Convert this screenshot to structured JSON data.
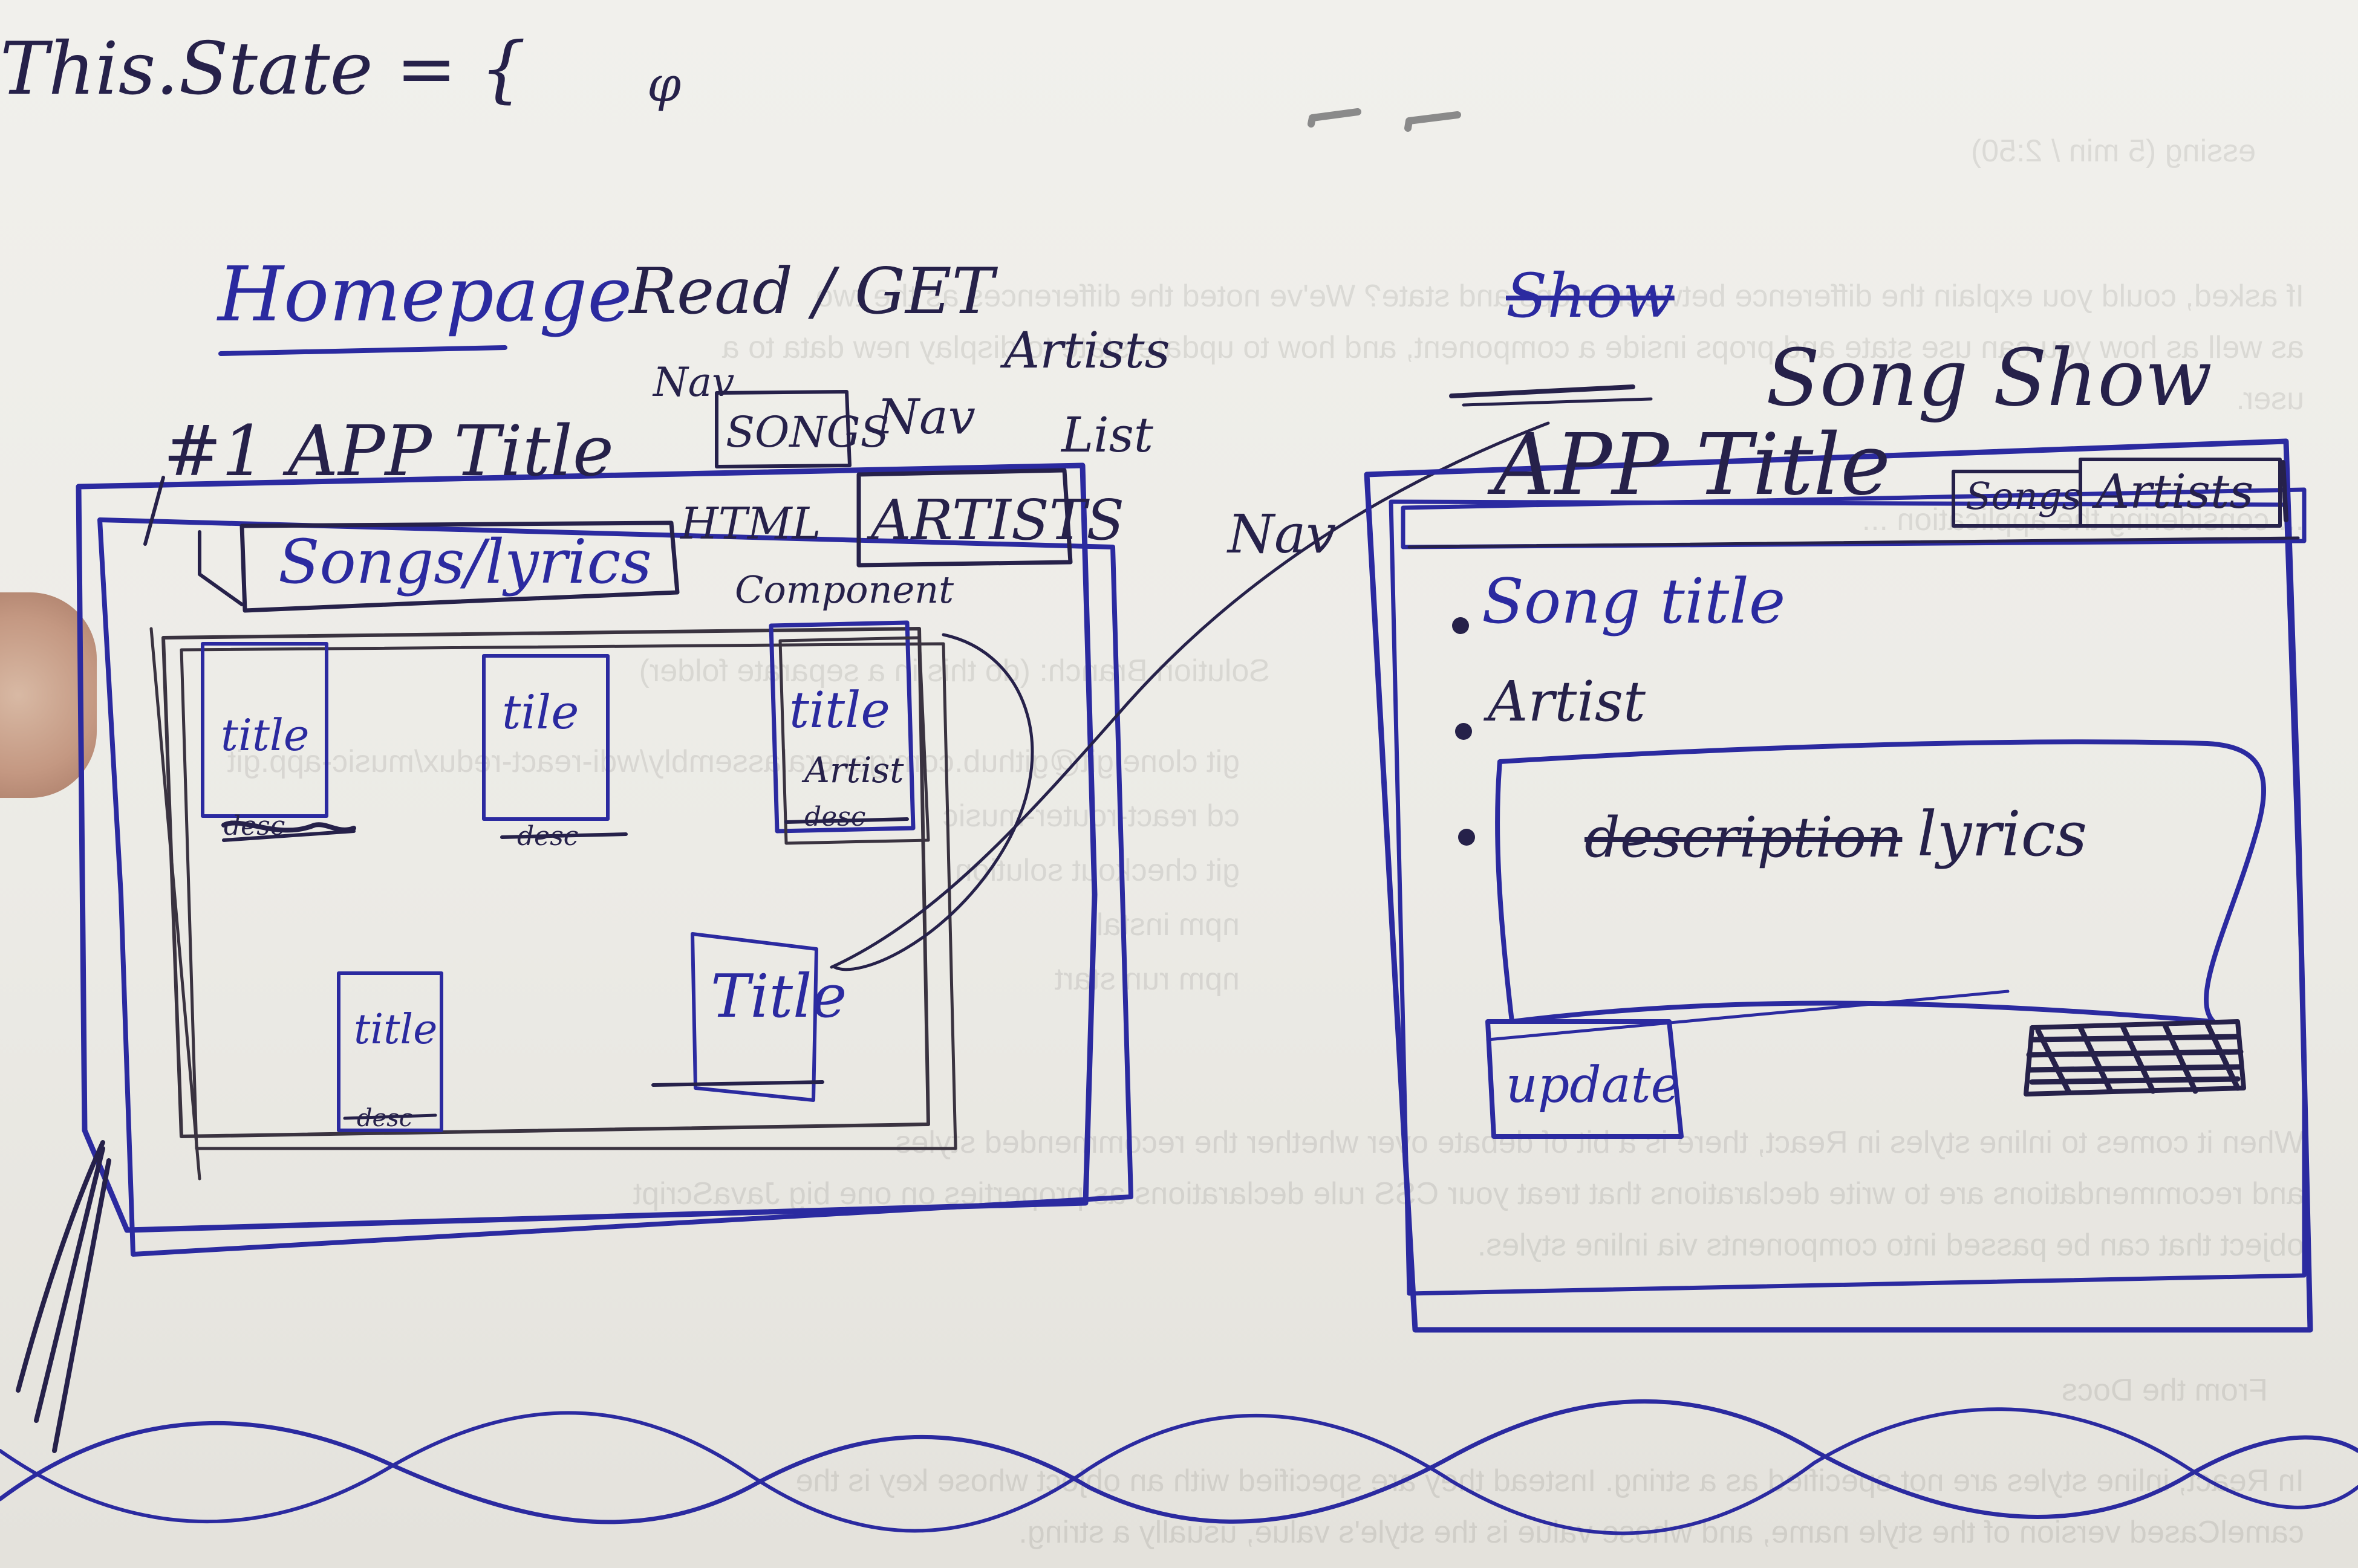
{
  "notes": {
    "state": "This.State = {",
    "arrow_mark": "φ",
    "homepage_label": "Homepage",
    "read_get": "Read / GET",
    "nav_left": "Nav",
    "nav_right": "Nav",
    "artists_list_label": "Artists",
    "list_label": "List",
    "app_title_label": "#1 APP Title",
    "html_label": "HTML",
    "component_label": "Component",
    "nav_connector": "Nav",
    "show_struck": "Show",
    "song_show": "Song Show"
  },
  "homepage": {
    "songs_button": "SONGS",
    "artists_button": "ARTISTS",
    "songs_lyrics_tab": "Songs/lyrics",
    "cards": [
      {
        "title": "title",
        "desc": "desc"
      },
      {
        "title": "tile",
        "desc": "desc"
      },
      {
        "title": "title",
        "artist": "Artist",
        "desc": "desc"
      },
      {
        "title": "title",
        "desc": "desc"
      },
      {
        "title": "Title"
      }
    ]
  },
  "song_show": {
    "app_title": "APP Title",
    "songs_button": "Songs",
    "artists_button": "Artists",
    "song_title": "Song title",
    "artist": "Artist",
    "description_struck": "description",
    "lyrics": "lyrics",
    "update_button": "update"
  },
  "colors": {
    "blue_ink": "#2b2aa0",
    "dark_ink": "#26214a",
    "paper": "#ecebe6"
  }
}
